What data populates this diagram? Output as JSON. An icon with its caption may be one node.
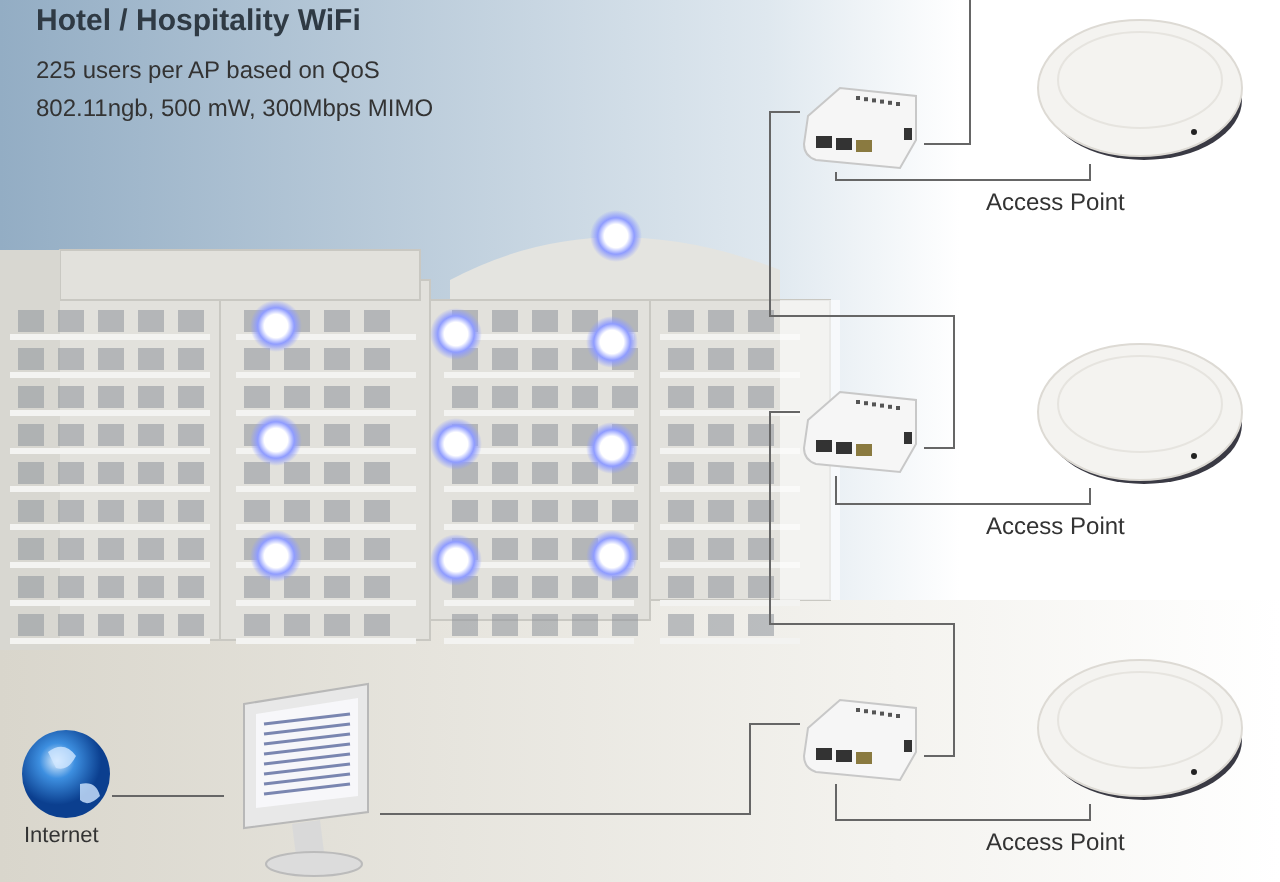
{
  "diagram": {
    "title": "Hotel / Hospitality WiFi",
    "nodes": [
      {
        "text": [
          "Internet"
        ]
      },
      {
        "text": [],
        "shape": "picture"
      },
      {
        "text": [],
        "shape": "picture"
      },
      {
        "text": [],
        "shape": "picture"
      },
      {
        "text": [],
        "shape": "picture"
      },
      {
        "text": [],
        "shape": "picture",
        "beside": [
          "Access Point"
        ]
      },
      {
        "text": [],
        "shape": "picture",
        "beside": [
          "Access Point"
        ]
      },
      {
        "text": [],
        "shape": "picture",
        "beside": [
          "Access Point"
        ]
      }
    ],
    "edges": [
      {
        "from": 0,
        "to": 1,
        "arrow": "none"
      },
      {
        "from": 1,
        "to": 4,
        "arrow": "none"
      },
      {
        "from": 4,
        "to": 3,
        "arrow": "none"
      },
      {
        "from": 3,
        "to": 2,
        "arrow": "none"
      },
      {
        "from": 2,
        "to": null,
        "arrow": "none"
      },
      {
        "from": 2,
        "to": 5,
        "arrow": "none"
      },
      {
        "from": 3,
        "to": 6,
        "arrow": "none"
      },
      {
        "from": 4,
        "to": 7,
        "arrow": "none"
      }
    ],
    "labels": [
      "225 users per AP based on QoS",
      "802.11ngb, 500 mW, 300Mbps MIMO"
    ]
  }
}
